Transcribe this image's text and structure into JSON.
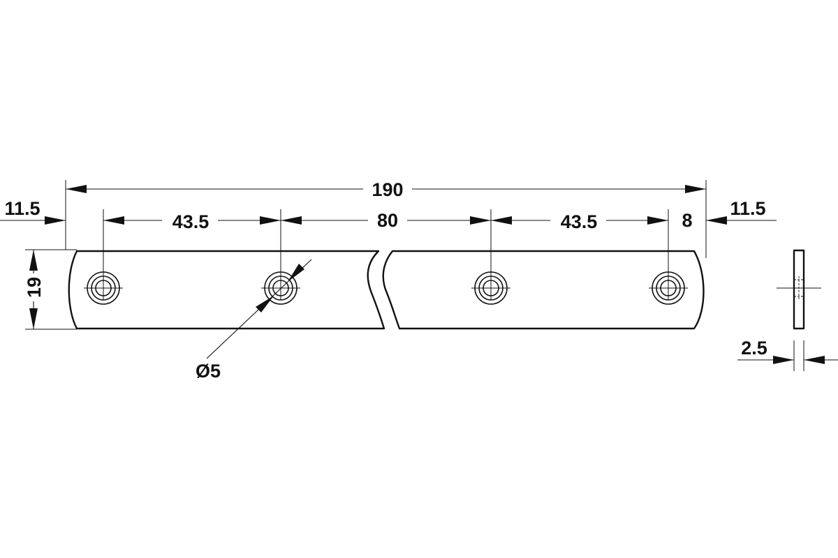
{
  "drawing": {
    "dimensions": {
      "overall_length": "190",
      "left_offset": "11.5",
      "right_offset": "11.5",
      "spacing_left": "43.5",
      "spacing_middle": "80",
      "spacing_right": "43.5",
      "end_spacing": "8",
      "width": "19",
      "hole_diameter": "Ø5",
      "thickness": "2.5"
    },
    "holes": 4,
    "colors": {
      "line": "#111111",
      "background": "#ffffff"
    }
  }
}
